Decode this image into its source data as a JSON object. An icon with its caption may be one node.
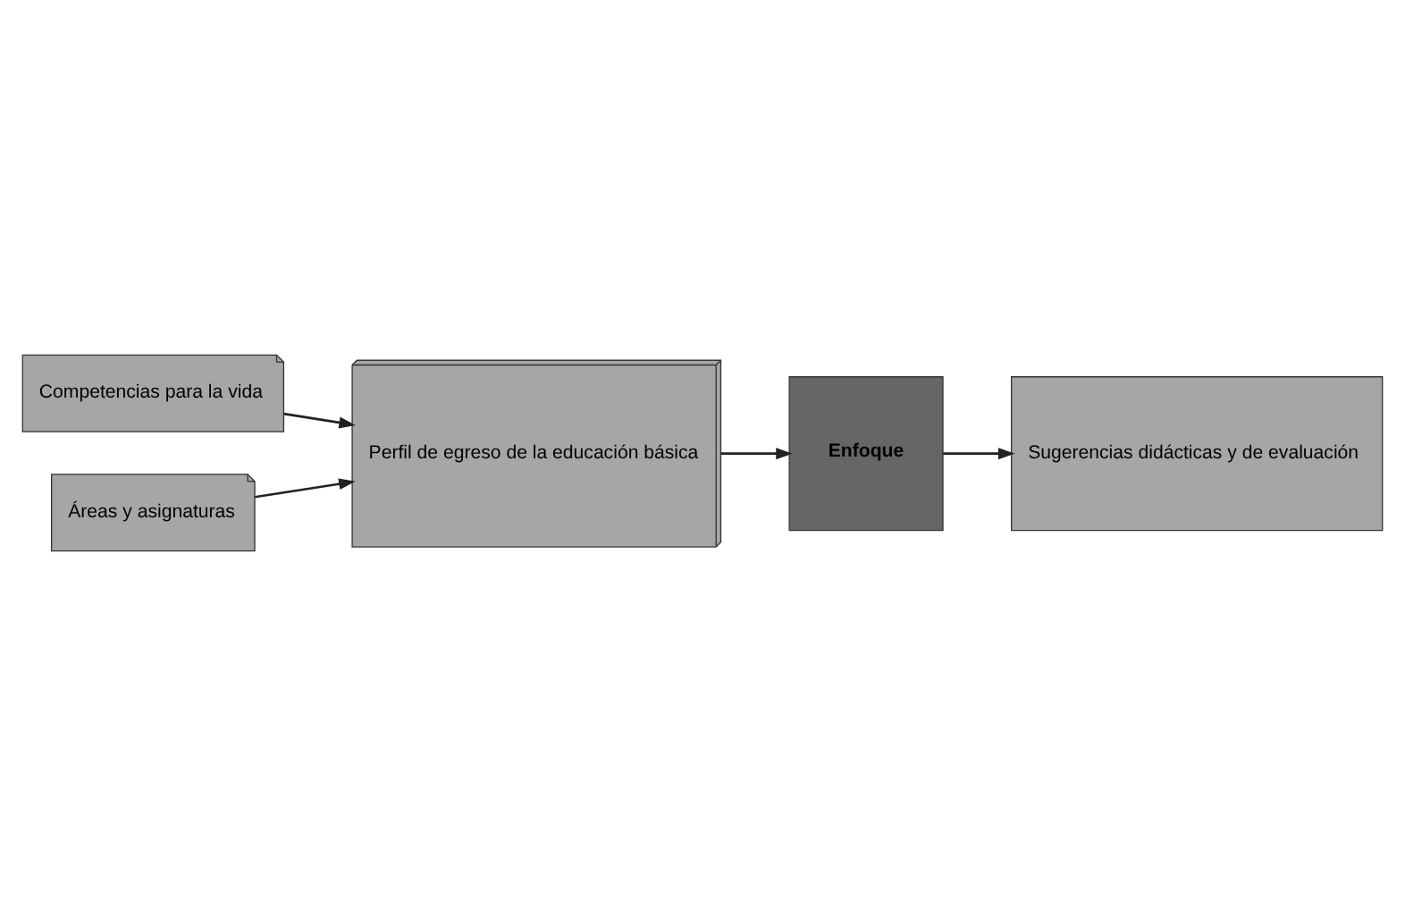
{
  "diagram": {
    "nodes": [
      {
        "text": [
          "Competencias para la vida"
        ]
      },
      {
        "text": [
          "Perfil de egreso de la educación básica"
        ]
      },
      {
        "text": [
          "Enfoque"
        ]
      },
      {
        "text": [
          "Sugerencias didácticas y de evaluación"
        ]
      },
      {
        "text": [
          "Áreas y asignaturas"
        ]
      }
    ],
    "edges": [
      {
        "from": 0,
        "to": 1,
        "arrow": "to"
      },
      {
        "from": 4,
        "to": 1,
        "arrow": "to"
      },
      {
        "from": 1,
        "to": 2,
        "arrow": "to"
      },
      {
        "from": 2,
        "to": 3,
        "arrow": "to"
      }
    ]
  }
}
